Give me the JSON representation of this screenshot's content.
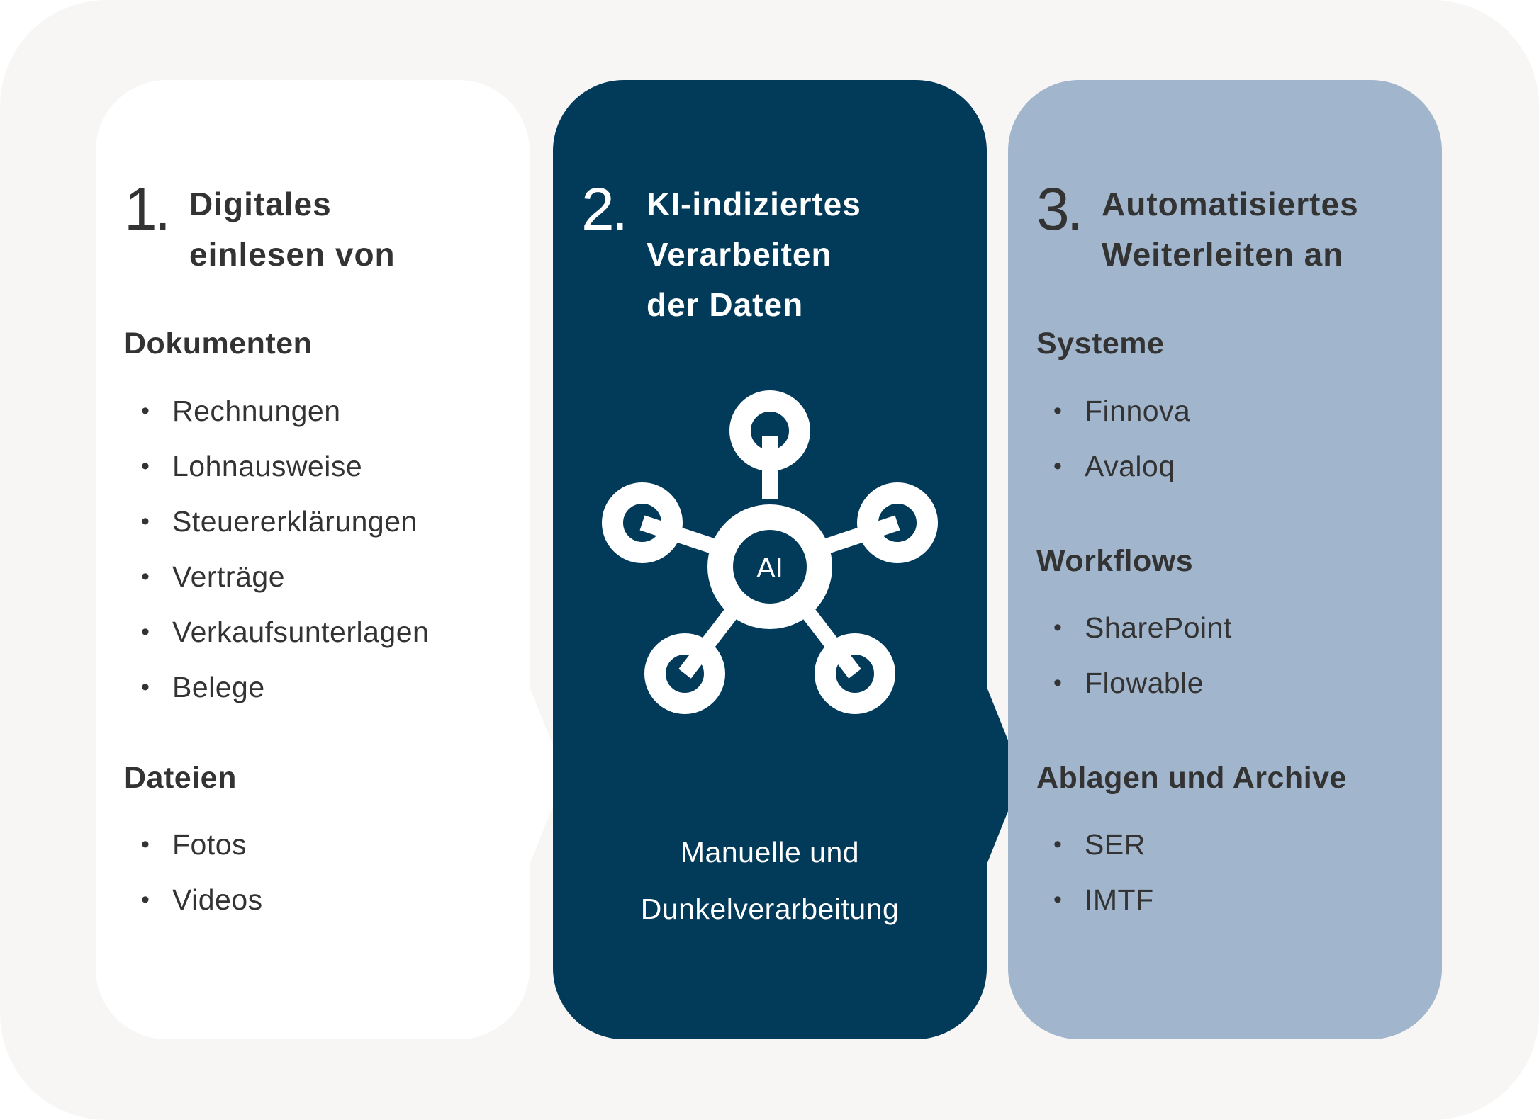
{
  "colors": {
    "frame_background": "#f7f6f5",
    "card1_background": "#ffffff",
    "card2_background": "#023a5a",
    "card3_background": "#a1b6cd",
    "dark_text": "#333333",
    "light_text": "#ffffff"
  },
  "card1": {
    "step_number": "1.",
    "title_lines": [
      "Digitales",
      "einlesen von"
    ],
    "groups": [
      {
        "heading": "Dokumenten",
        "items": [
          "Rechnungen",
          "Lohnausweise",
          "Steuererklärungen",
          "Verträge",
          "Verkaufsunterlagen",
          "Belege"
        ]
      },
      {
        "heading": "Dateien",
        "items": [
          "Fotos",
          "Videos"
        ]
      }
    ]
  },
  "card2": {
    "step_number": "2.",
    "title_lines": [
      "KI-indiziertes",
      "Verarbeiten",
      "der Daten"
    ],
    "icon": {
      "name": "ai-network-icon",
      "label": "AI"
    },
    "caption_lines": [
      "Manuelle und",
      "Dunkelverarbeitung"
    ]
  },
  "card3": {
    "step_number": "3.",
    "title_lines": [
      "Automatisiertes",
      "Weiterleiten an"
    ],
    "groups": [
      {
        "heading": "Systeme",
        "items": [
          "Finnova",
          "Avaloq"
        ]
      },
      {
        "heading": "Workflows",
        "items": [
          "SharePoint",
          "Flowable"
        ]
      },
      {
        "heading": "Ablagen und Archive",
        "items": [
          "SER",
          "IMTF"
        ]
      }
    ]
  }
}
